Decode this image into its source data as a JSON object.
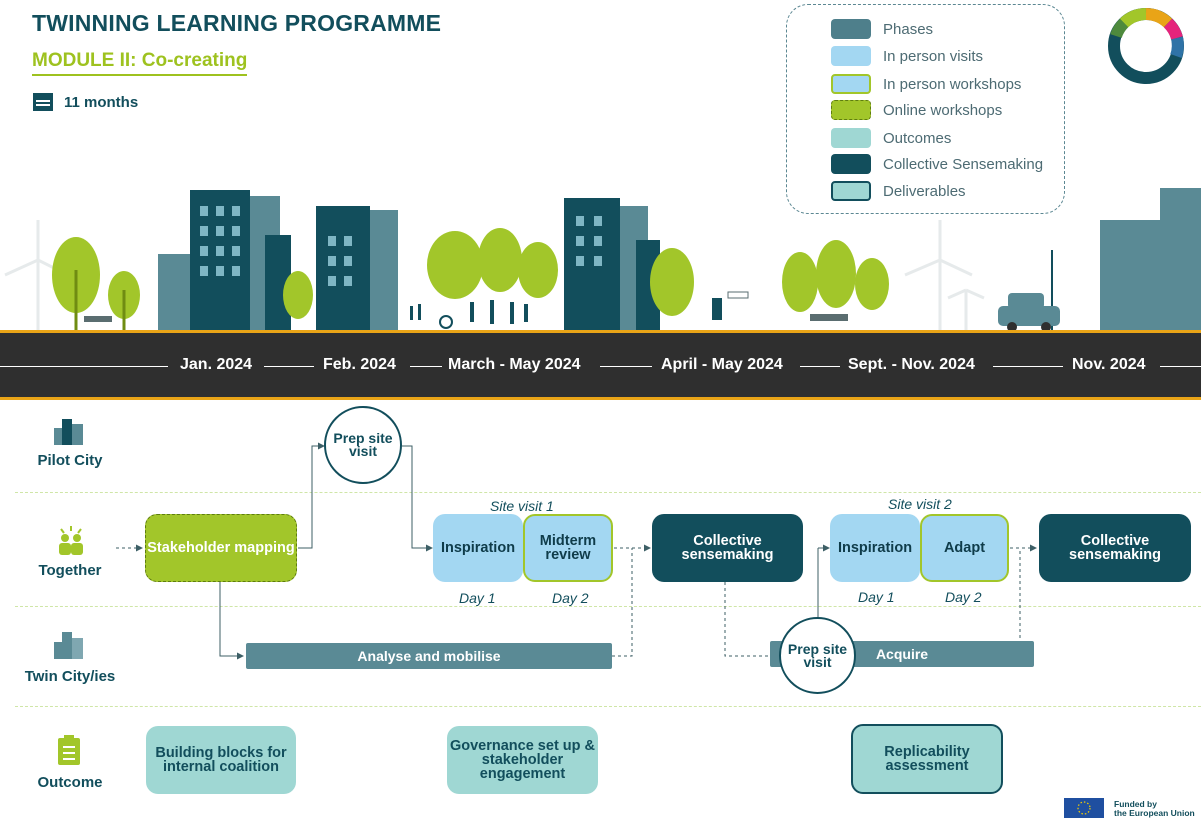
{
  "header": {
    "title": "TWINNING LEARNING PROGRAMME",
    "subtitle": "MODULE II: Co-creating",
    "duration": "11 months"
  },
  "legend": [
    {
      "label": "Phases",
      "color": "#4e7f8b"
    },
    {
      "label": "In person visits",
      "color": "#a3d7f2"
    },
    {
      "label": "In person workshops",
      "color": "#a3d7f2",
      "border": "#a2c62a"
    },
    {
      "label": "Online workshops",
      "color": "#a2c62a"
    },
    {
      "label": "Outcomes",
      "color": "#9fd7d3"
    },
    {
      "label": "Collective Sensemaking",
      "color": "#124e5c"
    },
    {
      "label": "Deliverables",
      "color": "#9fd7d3",
      "border": "#124e5c"
    }
  ],
  "timeline": [
    "Jan. 2024",
    "Feb. 2024",
    "March - May 2024",
    "April - May 2024",
    "Sept. - Nov. 2024",
    "Nov. 2024"
  ],
  "rows": {
    "pilot_city": "Pilot City",
    "together": "Together",
    "twin_cities": "Twin City/ies",
    "outcome": "Outcome"
  },
  "nodes": {
    "stakeholder_mapping": "Stakeholder mapping",
    "prep_site_visit_1": "Prep site visit",
    "site_visit_1": "Site visit 1",
    "inspiration_1": "Inspiration",
    "midterm_review": "Midterm review",
    "day1_a": "Day 1",
    "day2_a": "Day 2",
    "collective_sensemaking_1": "Collective sensemaking",
    "site_visit_2": "Site visit 2",
    "inspiration_2": "Inspiration",
    "adapt": "Adapt",
    "day1_b": "Day 1",
    "day2_b": "Day 2",
    "collective_sensemaking_2": "Collective sensemaking",
    "analyse_mobilise": "Analyse and mobilise",
    "prep_site_visit_2": "Prep site visit",
    "acquire": "Acquire"
  },
  "outcomes": {
    "building_blocks": "Building blocks for internal coalition",
    "governance": "Governance set up & stakeholder engagement",
    "replicability": "Replicability assessment"
  },
  "footer": {
    "funded_line1": "Funded by",
    "funded_line2": "the European Union"
  },
  "colors": {
    "dark_teal": "#124e5c",
    "lime": "#a2c62a",
    "light_blue": "#a3d7f2",
    "mint": "#9fd7d3",
    "road": "#2f2f2f",
    "road_edge": "#e9a417"
  }
}
